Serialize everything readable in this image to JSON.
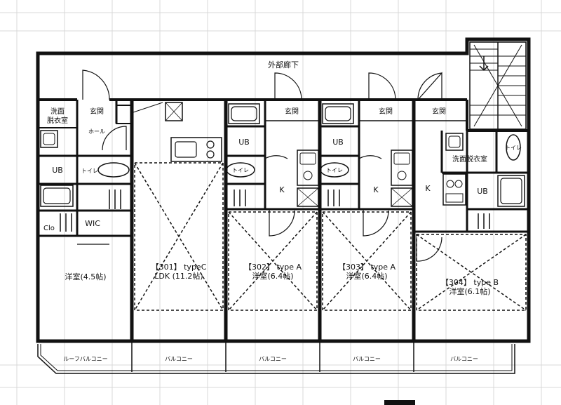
{
  "corridor": {
    "label": "外部廊下"
  },
  "units": [
    {
      "unit": "【301】 typeC",
      "room": "LDK (11.2帖)"
    },
    {
      "unit": "【302】 type A",
      "room": "洋室(6.4帖)"
    },
    {
      "unit": "【303】 type A",
      "room": "洋室(6.4帖)"
    },
    {
      "unit": "【304】 type B",
      "room": "洋室(6.1帖)"
    }
  ],
  "rooms": {
    "entrance": "玄関",
    "washroom_line1": "洗面",
    "washroom_line2": "脱衣室",
    "washroom": "洗面脱衣室",
    "hall": "ホール",
    "unit_bath": "UB",
    "toilet": "トイレ",
    "kitchen": "K",
    "walk_in_closet": "WIC",
    "closet": "Clo",
    "western_room_45": "洋室(4.5帖)"
  },
  "balconies": {
    "roof_balcony": "ルーフバルコニー",
    "balcony": "バルコニー"
  }
}
